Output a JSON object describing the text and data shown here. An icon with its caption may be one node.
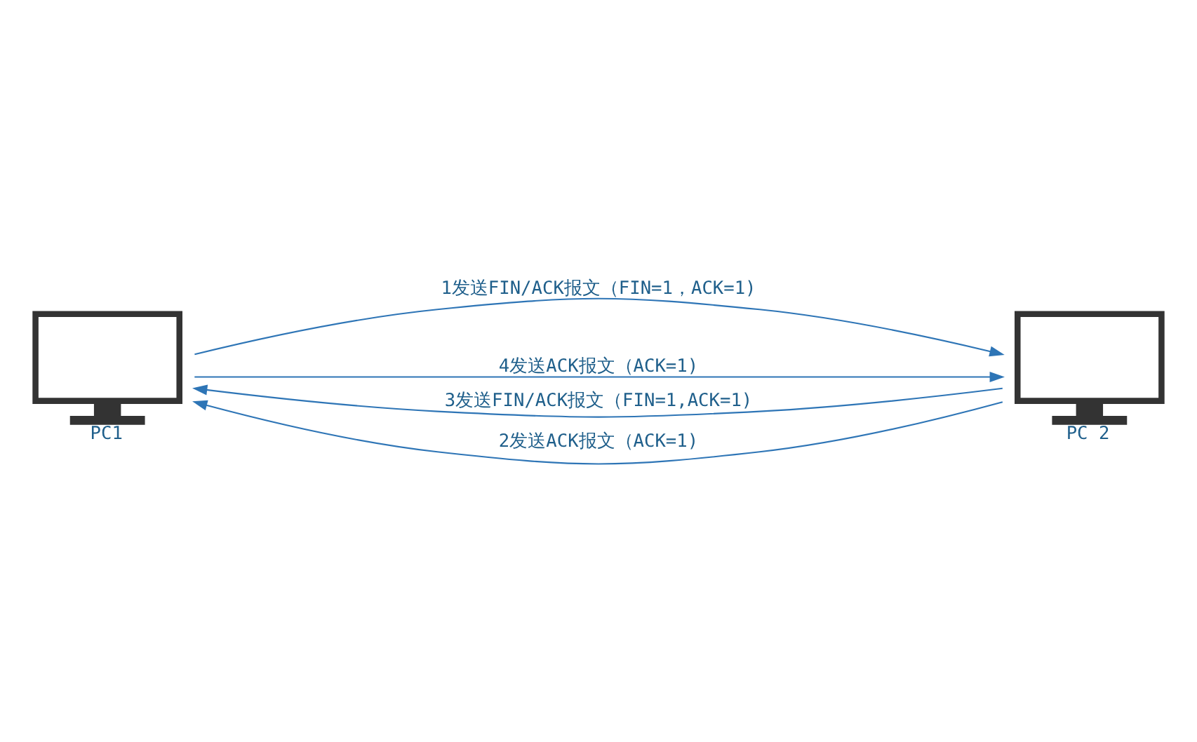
{
  "diagram": {
    "nodes": [
      {
        "text": [
          "PC1"
        ]
      },
      {
        "text": [
          "PC 2"
        ]
      }
    ],
    "edges": [
      {
        "from": 0,
        "to": 1,
        "arrow": "to",
        "label": "1发送FIN/ACK报文（FIN=1，ACK=1)"
      },
      {
        "from": 0,
        "to": 1,
        "arrow": "to",
        "label": "4发送ACK报文（ACK=1)"
      },
      {
        "from": 1,
        "to": 0,
        "arrow": "to",
        "label": "3发送FIN/ACK报文（FIN=1,ACK=1)"
      },
      {
        "from": 1,
        "to": 0,
        "arrow": "to",
        "label": "2发送ACK报文（ACK=1)"
      }
    ]
  }
}
